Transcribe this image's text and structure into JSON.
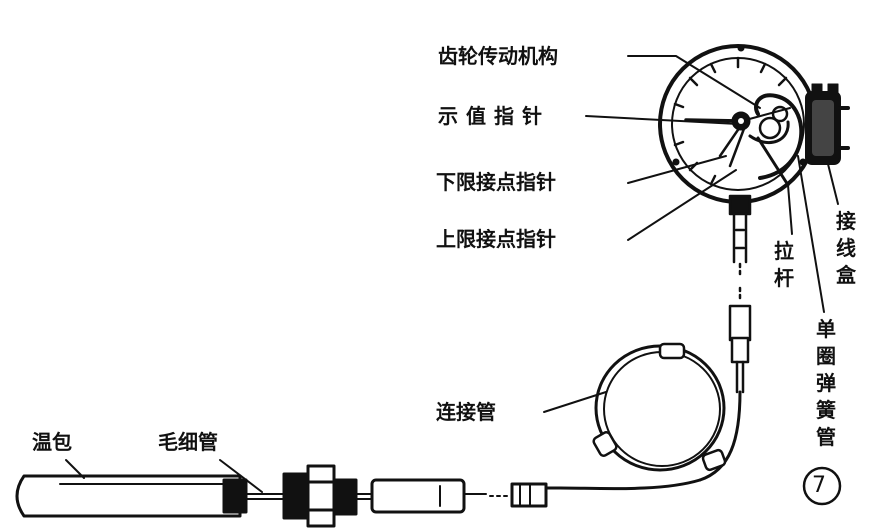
{
  "labels": {
    "gear_mechanism": "齿轮传动机构",
    "indicator_needle": "示值指针",
    "lower_limit_needle": "下限接点指针",
    "upper_limit_needle": "上限接点指针",
    "pull_rod": "拉杆",
    "junction_box": "接线盒",
    "bourdon_tube": "单圈弹簧管",
    "connecting_tube": "连接管",
    "bulb": "温包",
    "capillary": "毛细管"
  },
  "figure_number": "7"
}
